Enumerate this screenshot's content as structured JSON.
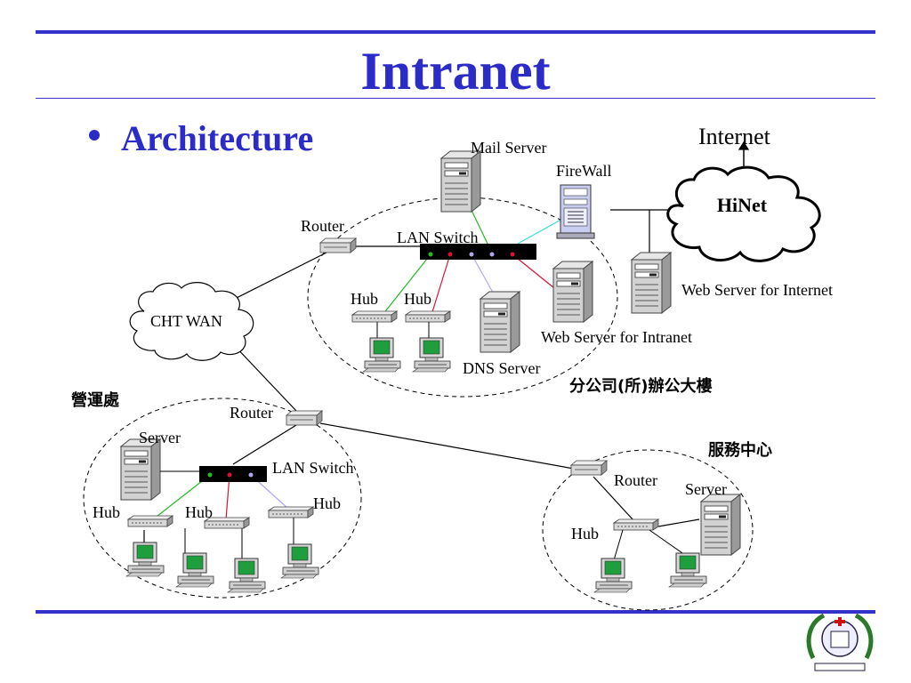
{
  "slide": {
    "title": "Intranet",
    "bullet": "Architecture"
  },
  "labels": {
    "internet": "Internet",
    "hinet": "HiNet",
    "mail_server": "Mail Server",
    "firewall": "FireWall",
    "router_top": "Router",
    "lan_switch_top": "LAN Switch",
    "hub_left": "Hub",
    "hub_right": "Hub",
    "web_server_internet": "Web Server for Internet",
    "web_server_intranet": "Web Server for Intranet",
    "dns_server": "DNS Server",
    "cht_wan": "CHT WAN",
    "branch_office": "分公司(所)辦公大樓",
    "ops_office": "營運處",
    "router_mid": "Router",
    "server_ops": "Server",
    "lan_switch_ops": "LAN Switch",
    "hub_ops_1": "Hub",
    "hub_ops_2": "Hub",
    "hub_ops_3": "Hub",
    "service_center": "服務中心",
    "router_service": "Router",
    "server_service": "Server",
    "hub_service": "Hub"
  },
  "colors": {
    "title": "#2b2bc8",
    "rule": "#3333cc",
    "link_green": "#22bb22",
    "link_red": "#dd1133",
    "link_lavender": "#b0a8ee",
    "link_cyan": "#33dddd"
  },
  "icons": [
    "server-icon",
    "firewall-icon",
    "router-icon",
    "switch-icon",
    "hub-icon",
    "workstation-icon",
    "cloud-icon",
    "emblem-icon"
  ]
}
